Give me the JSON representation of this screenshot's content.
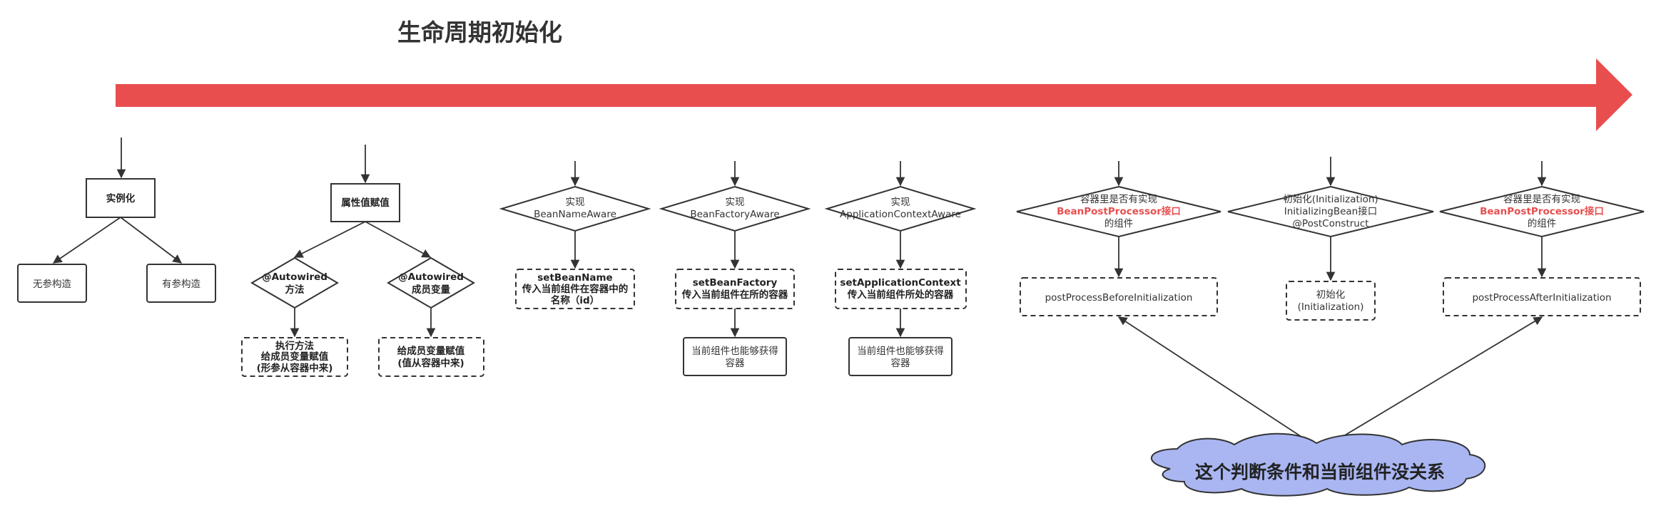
{
  "colors": {
    "timeline_arrow": "#e84e4e",
    "stroke": "#333333",
    "highlight": "#e84e4e",
    "cloud_fill": "#a9b6f2"
  },
  "title": "生命周期初始化",
  "icons": {
    "timeline": "right-arrow-icon"
  },
  "instantiation": {
    "label": "实例化",
    "no_arg": "无参构造",
    "with_arg": "有参构造"
  },
  "property": {
    "label": "属性值赋值",
    "method_decision": [
      "@Autowired",
      "方法"
    ],
    "field_decision": [
      "@Autowired",
      "成员变量"
    ],
    "method_action": [
      "执行方法",
      "给成员变量赋值",
      "(形参从容器中来)"
    ],
    "field_action": [
      "给成员变量赋值",
      "(值从容器中来)"
    ]
  },
  "aware": {
    "bean_name": {
      "decision": [
        "实现",
        "BeanNameAware"
      ],
      "action_title": "setBeanName",
      "action_lines": [
        "传入当前组件在容器中的",
        "名称（id）"
      ]
    },
    "bean_factory": {
      "decision": [
        "实现",
        "BeanFactoryAware"
      ],
      "action_title": "setBeanFactory",
      "action_lines": [
        "传入当前组件在所的容器"
      ],
      "result": [
        "当前组件也能够获得",
        "容器"
      ]
    },
    "application_context": {
      "decision": [
        "实现",
        "ApplicationContextAware"
      ],
      "action_title": "setApplicationContext",
      "action_lines": [
        "传入当前组件所处的容器"
      ],
      "result": [
        "当前组件也能够获得",
        "容器"
      ]
    }
  },
  "post_before": {
    "decision_top": "容器里是否有实现",
    "decision_highlight": "BeanPostProcessor接口",
    "decision_bottom": "的组件",
    "action": "postProcessBeforeInitialization"
  },
  "init": {
    "decision": [
      "初始化(Initialization)",
      "InitializingBean接口",
      "@PostConstruct"
    ],
    "action": [
      "初始化",
      "(Initialization)"
    ]
  },
  "post_after": {
    "decision_top": "容器里是否有实现",
    "decision_highlight": "BeanPostProcessor接口",
    "decision_bottom": "的组件",
    "action": "postProcessAfterInitialization"
  },
  "note": "这个判断条件和当前组件没关系"
}
